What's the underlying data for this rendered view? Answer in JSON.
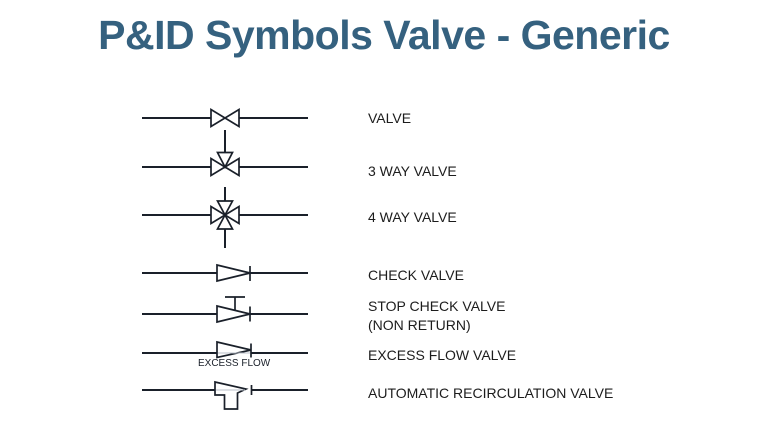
{
  "title": "P&ID Symbols Valve - Generic",
  "colors": {
    "background": "#ffffff",
    "title_text": "#35617f",
    "symbol_stroke": "#1a202a",
    "label_text": "#1c1c1c"
  },
  "rows": [
    {
      "symbol": "valve-icon",
      "label": "VALVE"
    },
    {
      "symbol": "3-way-valve-icon",
      "label": "3 WAY VALVE"
    },
    {
      "symbol": "4-way-valve-icon",
      "label": "4 WAY VALVE"
    },
    {
      "symbol": "check-valve-icon",
      "label": "CHECK VALVE"
    },
    {
      "symbol": "stop-check-valve-icon",
      "label": "STOP CHECK VALVE",
      "label2": "(NON RETURN)"
    },
    {
      "symbol": "excess-flow-valve-icon",
      "label": "EXCESS FLOW VALVE",
      "symbol_caption": "EXCESS FLOW"
    },
    {
      "symbol": "automatic-recirculation-valve-icon",
      "label": "AUTOMATIC RECIRCULATION VALVE"
    }
  ]
}
